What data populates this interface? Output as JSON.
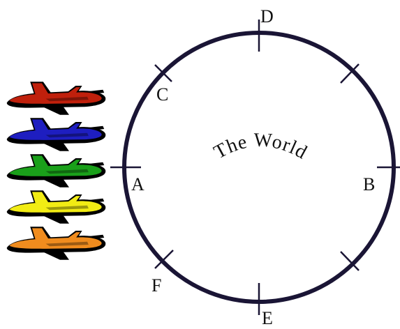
{
  "diagram": {
    "center_label": "The World",
    "points": {
      "A": "A",
      "B": "B",
      "C": "C",
      "D": "D",
      "E": "E",
      "F": "F"
    },
    "colors": {
      "circle": "#1a1535",
      "text": "#111111"
    }
  },
  "planes": [
    {
      "color": "#c0200c",
      "name": "red-plane"
    },
    {
      "color": "#1e1ec0",
      "name": "blue-plane"
    },
    {
      "color": "#1aa01a",
      "name": "green-plane"
    },
    {
      "color": "#f2ec14",
      "name": "yellow-plane"
    },
    {
      "color": "#f08c1e",
      "name": "orange-plane"
    }
  ]
}
